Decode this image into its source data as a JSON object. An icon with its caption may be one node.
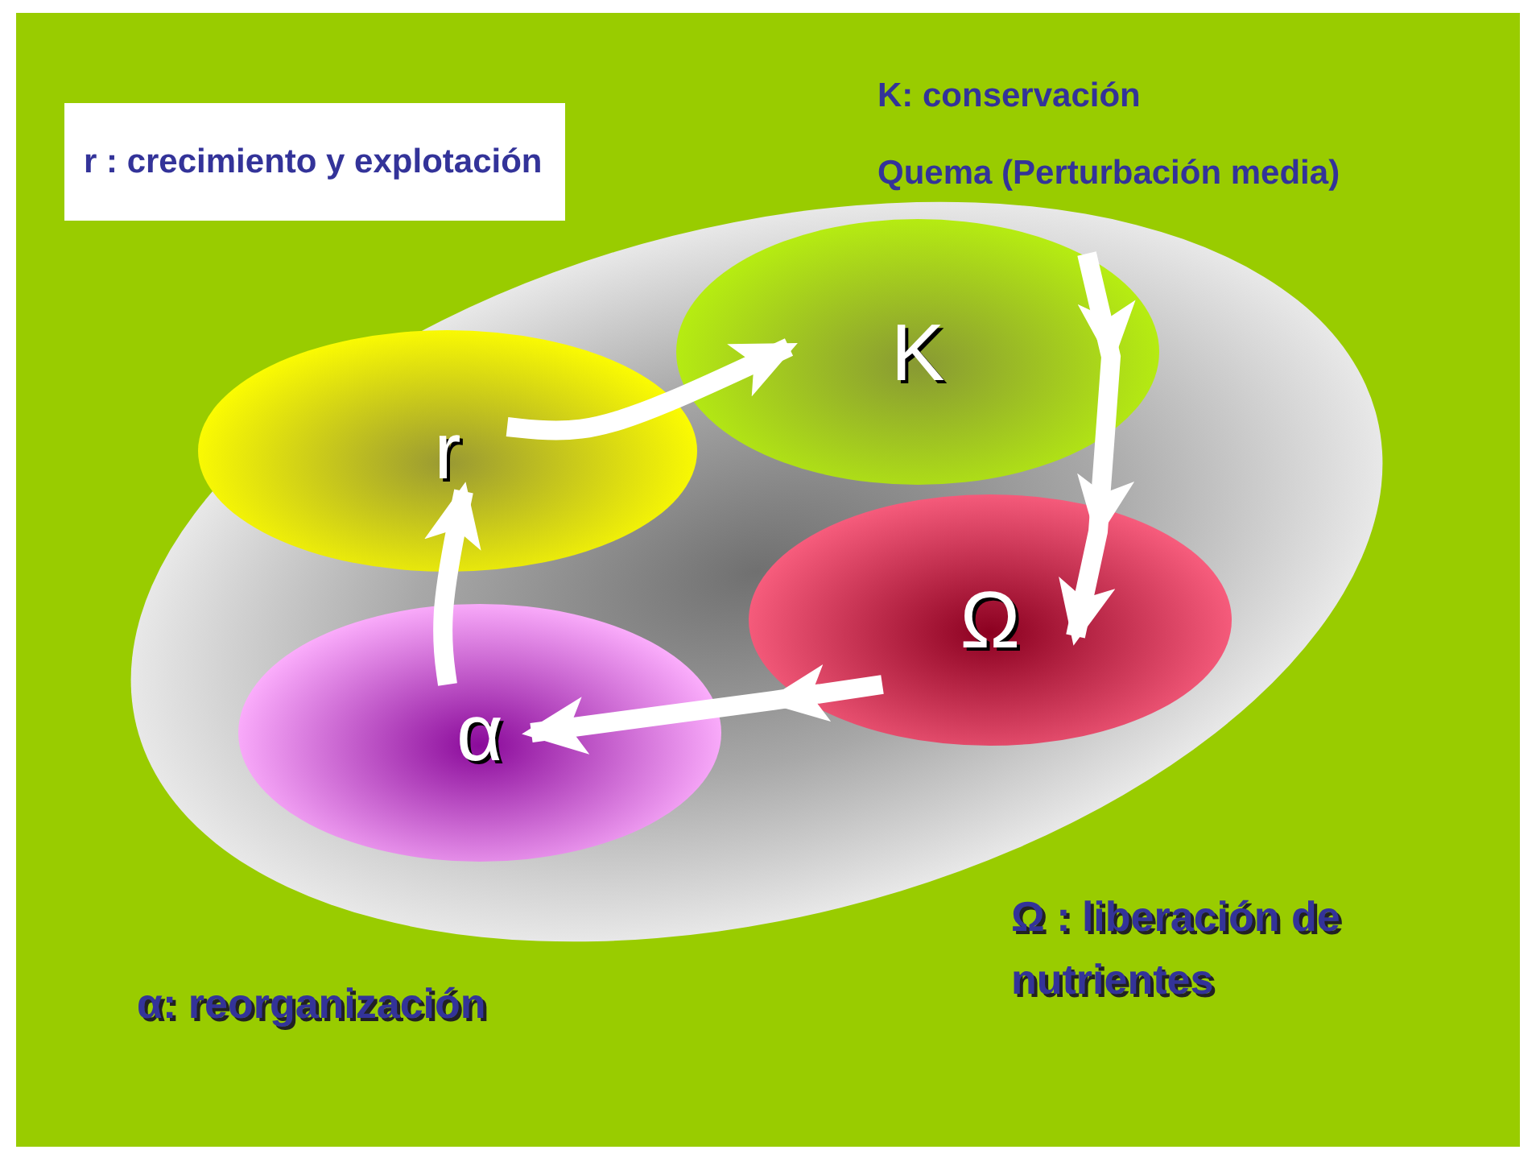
{
  "diagram": {
    "nodes": [
      {
        "text": [
          "r"
        ]
      },
      {
        "text": [
          "K"
        ]
      },
      {
        "text": [
          "Ω"
        ]
      },
      {
        "text": [
          "α"
        ]
      },
      {
        "text": [
          "r : crecimiento y explotación"
        ]
      }
    ],
    "edges": [
      {
        "from": 0,
        "to": 1,
        "arrow": "to"
      },
      {
        "from": 1,
        "to": 2,
        "arrow": "to"
      },
      {
        "from": 2,
        "to": 3,
        "arrow": "to"
      },
      {
        "from": 3,
        "to": 0,
        "arrow": "to"
      }
    ],
    "labels": [
      "K: conservación",
      "Quema (Perturbación media)",
      "Ω : liberación de nutrientes",
      "α: reorganización"
    ]
  }
}
